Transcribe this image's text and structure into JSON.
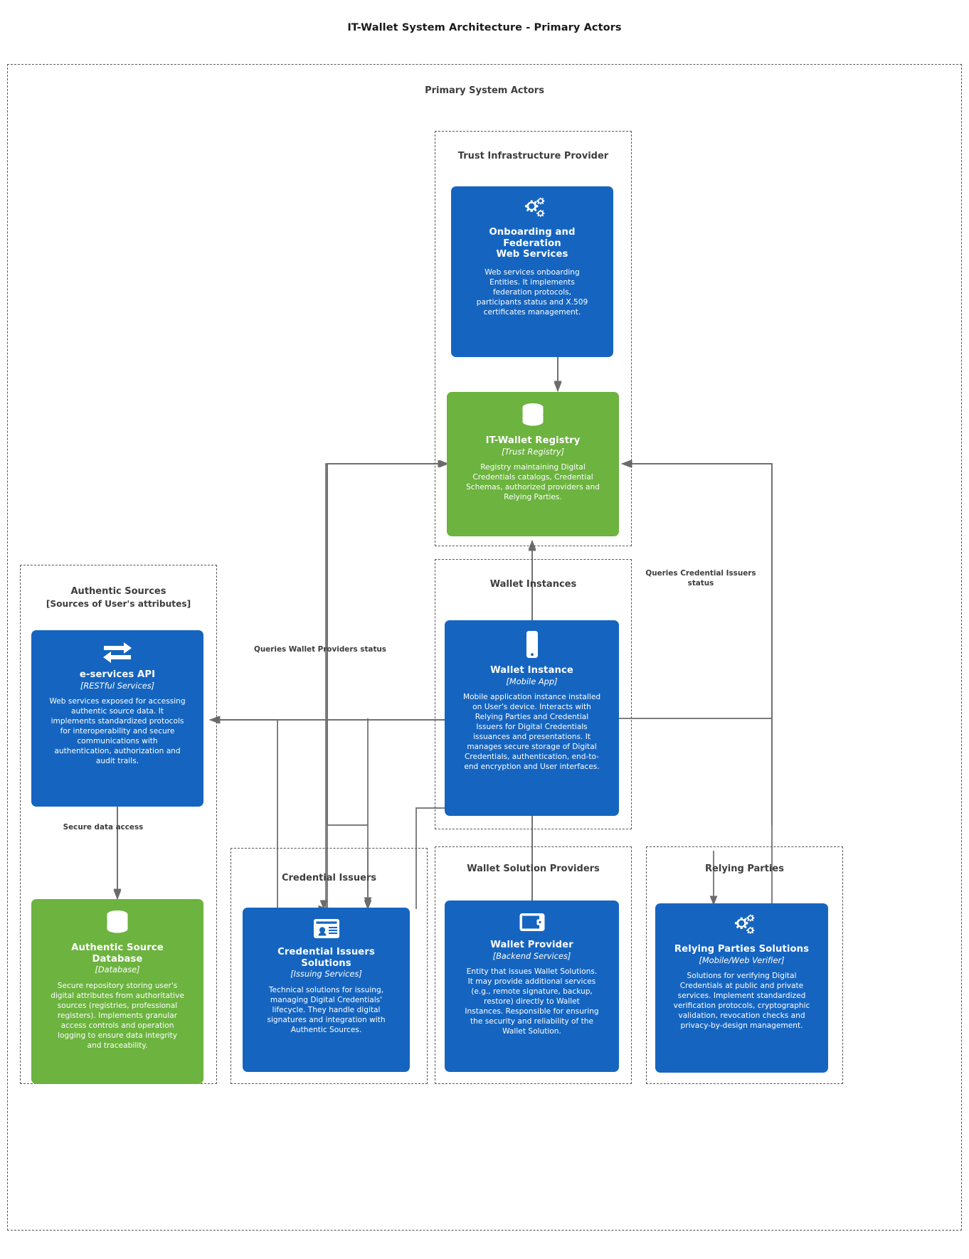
{
  "title": "IT-Wallet System Architecture - Primary Actors",
  "outer_group": {
    "label": "Primary System Actors"
  },
  "groups": [
    {
      "id": "trust-infrastructure-provider",
      "label": "Trust Infrastructure Provider",
      "sublabel": ""
    },
    {
      "id": "authentic-sources",
      "label": "Authentic Sources",
      "sublabel": "[Sources of User's attributes]"
    },
    {
      "id": "wallet-instances",
      "label": "Wallet Instances",
      "sublabel": ""
    },
    {
      "id": "credential-issuers",
      "label": "Credential Issuers",
      "sublabel": ""
    },
    {
      "id": "wallet-solution-providers",
      "label": "Wallet Solution Providers",
      "sublabel": ""
    },
    {
      "id": "relying-parties",
      "label": "Relying Parties",
      "sublabel": ""
    }
  ],
  "cards": {
    "onboarding": {
      "title": "Onboarding and\nFederation\nWeb Services",
      "title_lines": [
        "Onboarding and",
        "Federation",
        "Web Services"
      ],
      "subtitle": "",
      "desc": "Web services onboarding Entities. It implements federation protocols, participants status and X.509 certificates management.",
      "icon": "gears-icon",
      "color": "#1565c0"
    },
    "registry": {
      "title": "IT-Wallet Registry",
      "title_lines": [
        "IT-Wallet Registry"
      ],
      "subtitle": "[Trust Registry]",
      "desc": "Registry maintaining Digital Credentials catalogs, Credential Schemas, authorized providers and Relying Parties.",
      "icon": "database-icon",
      "color": "#6cb33f"
    },
    "eservices": {
      "title": "e-services API",
      "title_lines": [
        "e-services API"
      ],
      "subtitle": "[RESTful Services]",
      "desc": "Web services exposed for accessing authentic source data. It implements standardized protocols for interoperability and secure communications with authentication, authorization and audit trails.",
      "icon": "exchange-arrows-icon",
      "color": "#1565c0"
    },
    "authentic_db": {
      "title": "Authentic Source\nDatabase",
      "title_lines": [
        "Authentic Source",
        "Database"
      ],
      "subtitle": "[Database]",
      "desc": "Secure repository storing user's digital attributes from authoritative sources (registries, professional registers). Implements granular access controls and operation logging to ensure data integrity and traceability.",
      "icon": "database-icon",
      "color": "#6cb33f"
    },
    "wallet_instance": {
      "title": "Wallet Instance",
      "title_lines": [
        "Wallet Instance"
      ],
      "subtitle": "[Mobile App]",
      "desc": "Mobile application instance installed on User's device. Interacts with Relying Parties and Credential Issuers for Digital Credentials issuances and presentations. It manages secure storage of Digital Credentials, authentication, end-to-end encryption and User interfaces.",
      "icon": "mobile-phone-icon",
      "color": "#1565c0"
    },
    "credential_issuers": {
      "title": "Credential Issuers\nSolutions",
      "title_lines": [
        "Credential Issuers",
        "Solutions"
      ],
      "subtitle": "[Issuing Services]",
      "desc": "Technical solutions for issuing, managing Digital Credentials' lifecycle. They handle digital signatures and integration with Authentic Sources.",
      "icon": "id-card-icon",
      "color": "#1565c0"
    },
    "wallet_provider": {
      "title": "Wallet Provider",
      "title_lines": [
        "Wallet Provider"
      ],
      "subtitle": "[Backend Services]",
      "desc": "Entity that issues Wallet Solutions. It may provide additional services (e.g., remote signature, backup, restore) directly to Wallet Instances. Responsible for ensuring the security and reliability of the Wallet Solution.",
      "icon": "wallet-icon",
      "color": "#1565c0"
    },
    "relying_parties": {
      "title": "Relying Parties Solutions",
      "title_lines": [
        "Relying Parties Solutions"
      ],
      "subtitle": "[Mobile/Web Verifier]",
      "desc": "Solutions for verifying Digital Credentials at public and private services. Implement standardized verification protocols, cryptographic validation, revocation checks and privacy-by-design management.",
      "icon": "gears-icon",
      "color": "#1565c0"
    }
  },
  "edge_labels": [
    {
      "id": "queries-credential-issuers-status",
      "text": "Queries Credential Issuers status"
    },
    {
      "id": "queries-wallet-providers-status",
      "text": "Queries Wallet Providers status"
    },
    {
      "id": "secure-data-access",
      "text": "Secure data access"
    }
  ],
  "colors": {
    "blue": "#1565c0",
    "green": "#6cb33f",
    "edge": "#6b6b6b",
    "group_border": "#555555",
    "text_dark": "#3d3d3d"
  }
}
